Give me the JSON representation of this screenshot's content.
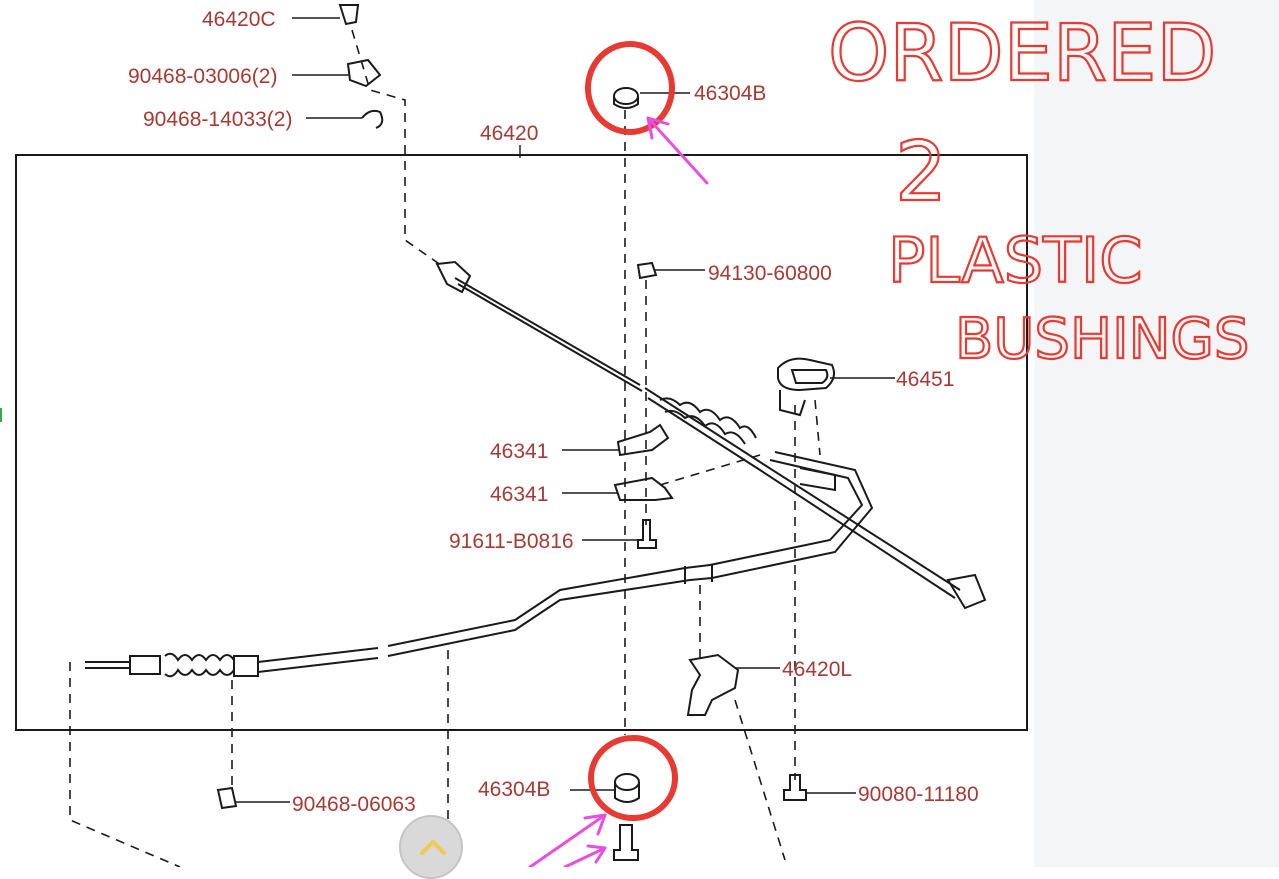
{
  "diagram": {
    "part_labels": {
      "p46420C": "46420C",
      "p90468_03006": "90468-03006(2)",
      "p90468_14033": "90468-14033(2)",
      "p46420": "46420",
      "p46304B_top": "46304B",
      "p94130": "94130-60800",
      "p46451": "46451",
      "p46341_a": "46341",
      "p46341_b": "46341",
      "p91611": "91611-B0816",
      "p46420L": "46420L",
      "p46304B_bottom": "46304B",
      "p90468_06063": "90468-06063",
      "p90080": "90080-11180"
    },
    "annotation": {
      "line1": "ORDERED",
      "line2": "2",
      "line3": "PLASTIC",
      "line4": "BUSHINGS"
    }
  },
  "colors": {
    "label_text": "#a83a34",
    "line_art": "#1a1a1a",
    "annotation_red": "#e63a33",
    "annotation_arrow": "#e84fe0",
    "side_panel": "#f4f5f7"
  },
  "icons": {
    "scroll_up": "chevron-up-icon"
  }
}
